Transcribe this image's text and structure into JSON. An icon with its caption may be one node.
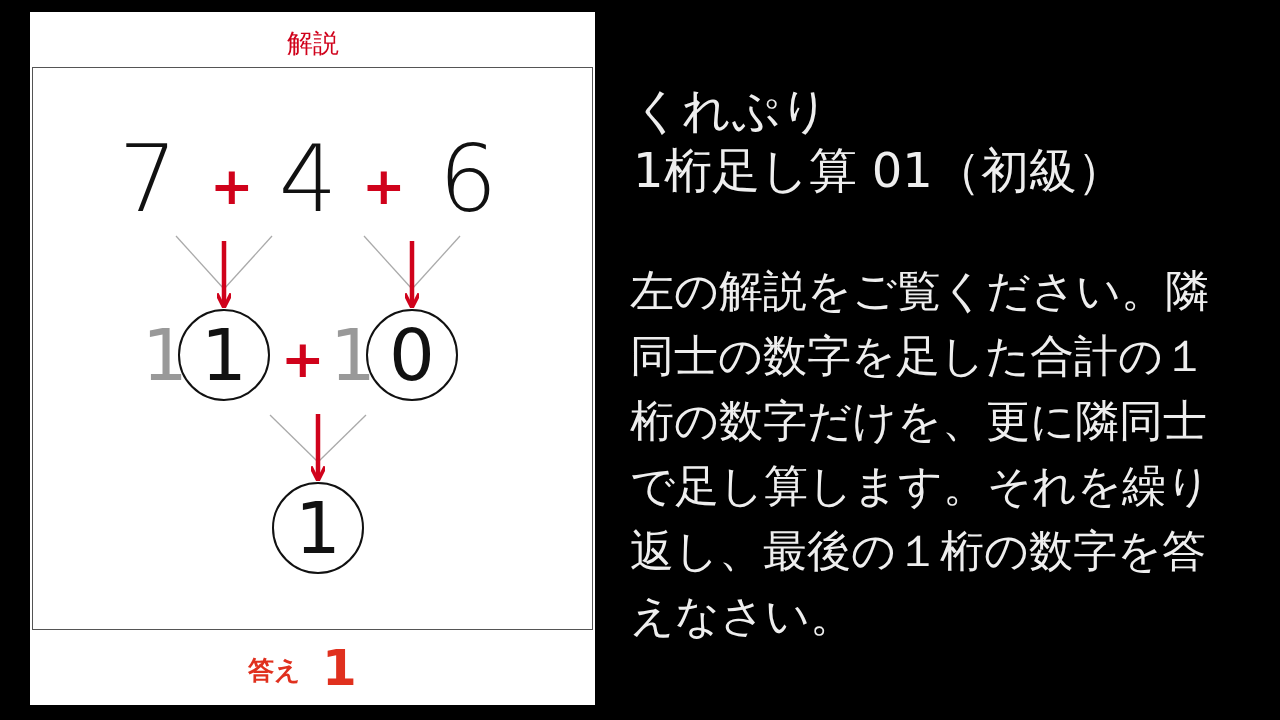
{
  "diagram": {
    "title": "くれぷり 1桁足し算 01（初級）",
    "nodes": [
      {
        "text": [
          "7"
        ]
      },
      {
        "text": [
          "4"
        ]
      },
      {
        "text": [
          "6"
        ]
      },
      {
        "text": [
          "1"
        ],
        "beside": [
          "1"
        ]
      },
      {
        "text": [
          "0"
        ],
        "beside": [
          "1"
        ]
      },
      {
        "text": [
          "1"
        ]
      }
    ],
    "edges": [
      {
        "from": 0,
        "to": 3,
        "arrow": "to"
      },
      {
        "from": 1,
        "to": 3,
        "arrow": "to"
      },
      {
        "from": 1,
        "to": 4,
        "arrow": "to"
      },
      {
        "from": 2,
        "to": 4,
        "arrow": "to"
      },
      {
        "from": 3,
        "to": 5,
        "arrow": "to"
      },
      {
        "from": 4,
        "to": 5,
        "arrow": "to"
      }
    ],
    "labels": [
      "解説",
      "+",
      "+",
      "+",
      "答え",
      "1",
      "左の解説をご覧ください。隣同士の数字を足した合計の１桁の数字だけを、更に隣同士で足し算します。それを繰り返し、最後の１桁の数字を答えなさい。"
    ]
  }
}
